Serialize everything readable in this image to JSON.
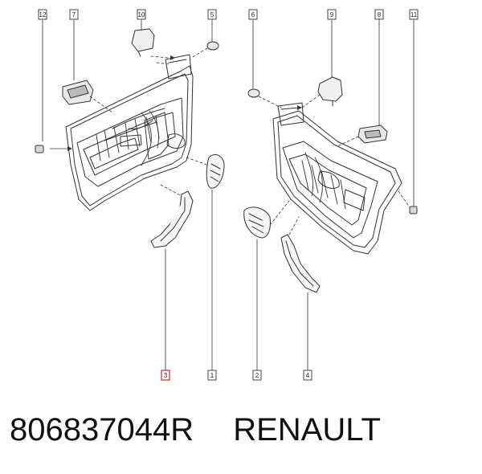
{
  "part_number": "806837044R",
  "brand": "RENAULT",
  "highlight_color": "#d22a2a",
  "line_color": "#333333",
  "callouts": [
    {
      "id": "c12",
      "label": "12"
    },
    {
      "id": "c7",
      "label": "7"
    },
    {
      "id": "c10",
      "label": "10"
    },
    {
      "id": "c5",
      "label": "5"
    },
    {
      "id": "c6",
      "label": "6"
    },
    {
      "id": "c9",
      "label": "9"
    },
    {
      "id": "c8",
      "label": "8"
    },
    {
      "id": "c11",
      "label": "11"
    },
    {
      "id": "c3",
      "label": "3",
      "highlighted": true
    },
    {
      "id": "c1",
      "label": "1"
    },
    {
      "id": "c2",
      "label": "2"
    },
    {
      "id": "c4",
      "label": "4"
    }
  ]
}
